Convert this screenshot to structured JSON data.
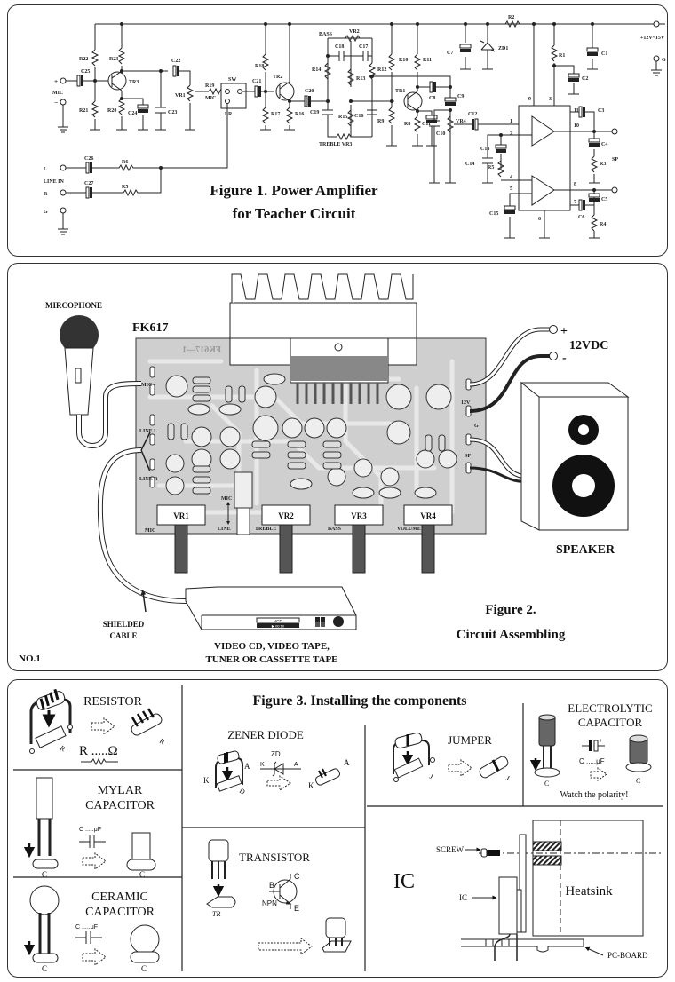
{
  "figure1": {
    "title_line1": "Figure 1. Power Amplifier",
    "title_line2": "for Teacher Circuit",
    "inputs": {
      "mic_plus": "+",
      "mic_label": "MIC",
      "mic_minus": "−",
      "line_l": "L",
      "line_in": "LINE IN",
      "line_r": "R",
      "ground": "G"
    },
    "supply_label": "+12V~15V",
    "ground_right": "G",
    "speaker_label": "SP",
    "switch": {
      "label": "SW",
      "mic": "MIC",
      "lr": "LR"
    },
    "components": [
      "C25",
      "R22",
      "R23",
      "TR3",
      "R21",
      "R20",
      "C24",
      "C23",
      "C22",
      "VR1",
      "R19",
      "C21",
      "R18",
      "TR2",
      "R17",
      "R16",
      "C20",
      "C19",
      "BASS",
      "VR2",
      "C18",
      "C17",
      "R14",
      "R13",
      "R12",
      "R15",
      "C16",
      "TREBLE VR3",
      "R10",
      "R11",
      "TR1",
      "R9",
      "R8",
      "C11",
      "C8",
      "C9",
      "VR4",
      "C10",
      "C7",
      "ZD1",
      "R2",
      "R1",
      "C2",
      "C1",
      "C12",
      "C13",
      "C14",
      "R5",
      "C15",
      "C3",
      "C4",
      "R3",
      "C5",
      "C6",
      "R4",
      "C26",
      "C27",
      "R6",
      "R5b"
    ],
    "ic_pins": [
      "1",
      "2",
      "3",
      "4",
      "5",
      "6",
      "7",
      "8",
      "9",
      "10",
      "11"
    ]
  },
  "figure2": {
    "title_line1": "Figure 2.",
    "title_line2": "Circuit Assembling",
    "board_name": "FK617",
    "board_silk": "FK617—1",
    "microphone_label": "MIRCOPHONE",
    "power_label": "12VDC",
    "power_plus": "+",
    "power_minus": "-",
    "speaker_label": "SPEAKER",
    "shielded_cable_line1": "SHIELDED",
    "shielded_cable_line2": "CABLE",
    "source_line1": "VIDEO CD, VIDEO TAPE,",
    "source_line2": "TUNER OR CASSETTE TAPE",
    "page_no": "NO.1",
    "vcd_display": "VCD",
    "vcd_time": "▶ 00:10",
    "connectors": {
      "mic": "MIC",
      "line_l": "LINE L",
      "line_r": "LINE R",
      "v12": "12V",
      "g": "G",
      "sp": "SP"
    },
    "pots": [
      {
        "name": "VR1",
        "function": "MIC"
      },
      {
        "name": "VR2",
        "function": "TREBLE"
      },
      {
        "name": "VR3",
        "function": "BASS"
      },
      {
        "name": "VR4",
        "function": "VOLUME"
      }
    ],
    "switch_labels": {
      "top": "MIC",
      "bottom": "LINE"
    }
  },
  "figure3": {
    "title": "Figure 3. Installing the components",
    "resistor": {
      "title": "RESISTOR",
      "formula": "R .....Ω",
      "tag": "R"
    },
    "mylar": {
      "title_line1": "MYLAR",
      "title_line2": "CAPACITOR",
      "formula": "C .....μF",
      "tag": "C"
    },
    "ceramic": {
      "title_line1": "CERAMIC",
      "title_line2": "CAPACITOR",
      "formula": "C .....μF",
      "tag": "C"
    },
    "zener": {
      "title": "ZENER DIODE",
      "symbol": "ZD",
      "k": "K",
      "a": "A",
      "tag": "D"
    },
    "jumper": {
      "title": "JUMPER",
      "tag": "J"
    },
    "electrolytic": {
      "title_line1": "ELECTROLYTIC",
      "title_line2": "CAPACITOR",
      "formula": "C .....μF",
      "note": "Watch the polarity!",
      "tag": "C"
    },
    "transistor": {
      "title": "TRANSISTOR",
      "b": "B",
      "c": "C",
      "e": "E",
      "type": "NPN",
      "tag": "TR"
    },
    "ic": {
      "title": "IC",
      "screw": "SCREW",
      "ic_label": "IC",
      "heatsink": "Heatsink",
      "pcb": "PC-BOARD"
    }
  }
}
